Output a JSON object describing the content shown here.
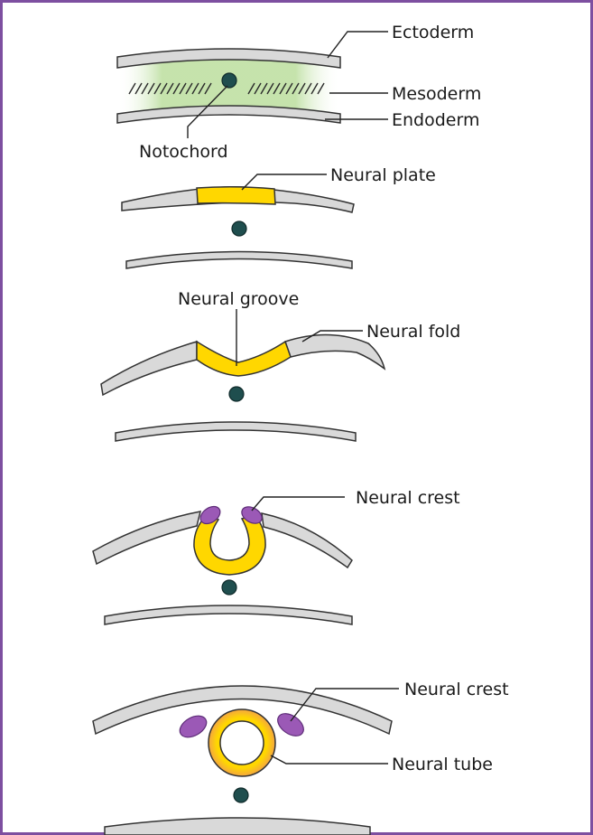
{
  "figure": {
    "border_color": "#7d4fa0",
    "colors": {
      "layer_fill": "#d9d9d9",
      "mesoderm_fill": "#cfe8b8",
      "neural_plate_fill": "#ffd700",
      "neural_crest_fill": "#9b59b6",
      "notochord_fill": "#1f4e4e"
    },
    "stages": [
      {
        "labels": {
          "ectoderm": "Ectoderm",
          "mesoderm": "Mesoderm",
          "endoderm": "Endoderm",
          "notochord": "Notochord"
        }
      },
      {
        "labels": {
          "neural_plate": "Neural plate"
        }
      },
      {
        "labels": {
          "neural_groove": "Neural groove",
          "neural_fold": "Neural fold"
        }
      },
      {
        "labels": {
          "neural_crest": "Neural crest"
        }
      },
      {
        "labels": {
          "neural_crest": "Neural crest",
          "neural_tube": "Neural tube"
        }
      }
    ]
  }
}
